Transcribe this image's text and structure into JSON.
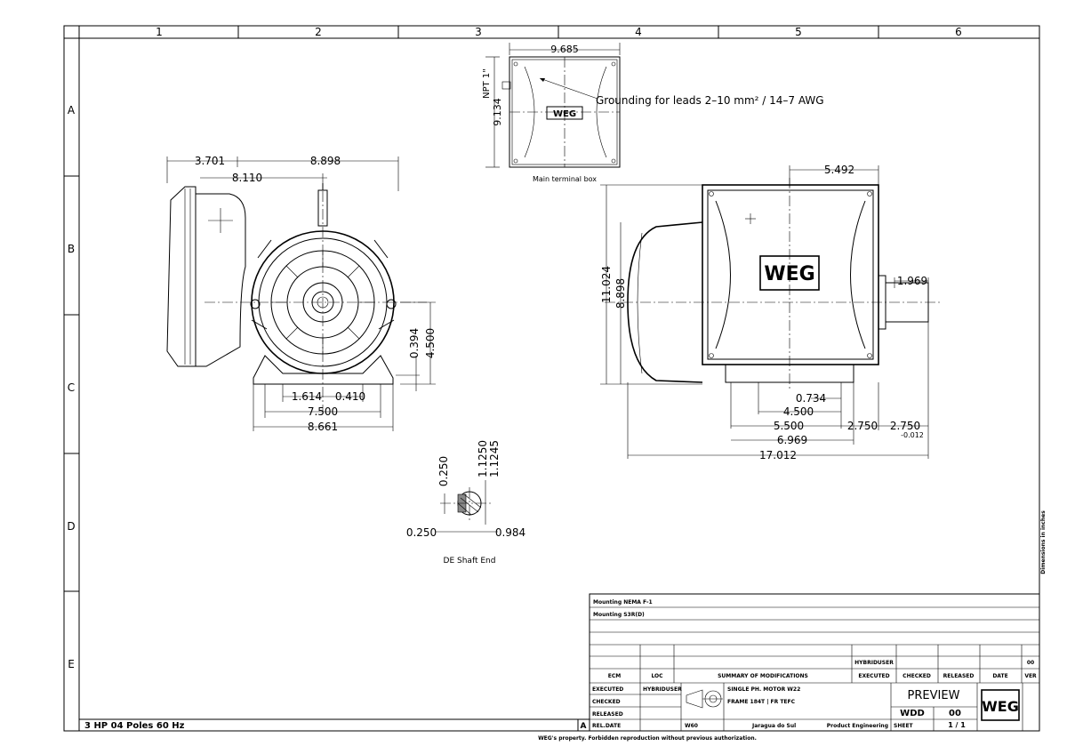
{
  "grid": {
    "columns": [
      "1",
      "2",
      "3",
      "4",
      "5",
      "6"
    ],
    "rows": [
      "A",
      "B",
      "C",
      "D",
      "E"
    ]
  },
  "terminal_box": {
    "width": "9.685",
    "height": "9.134",
    "npt": "NPT 1\"",
    "grounding_note": "Grounding for leads 2–10 mm² / 14–7 AWG",
    "caption": "Main terminal box"
  },
  "front_view": {
    "dim_top_left": "3.701",
    "dim_top_right": "8.898",
    "dim_top_mid": "8.110",
    "dim_shaft_h": "0.394",
    "dim_center_h": "4.500",
    "dim_foot_a": "1.614",
    "dim_foot_b": "0.410",
    "dim_base_1": "7.500",
    "dim_base_2": "8.661"
  },
  "side_view": {
    "dim_top": "5.492",
    "dim_height_total": "11.024",
    "dim_height_body": "8.898",
    "dim_shaft_len": "1.969",
    "dim_a": "0.734",
    "dim_b": "4.500",
    "dim_c": "5.500",
    "dim_d": "6.969",
    "dim_e": "17.012",
    "dim_f": "2.750",
    "dim_g": "2.750",
    "dim_g_tol": "-0.012"
  },
  "shaft_end": {
    "dim_key": "0.250",
    "dim_dia_1": "1.1250",
    "dim_dia_2": "1.1245",
    "dim_key_w": "0.250",
    "dim_depth": "0.984",
    "caption": "DE Shaft End"
  },
  "side_note": "Dimensions in inches",
  "title_block": {
    "mounting_1": "Mounting NEMA F-1",
    "mounting_2": "Mounting S3R(D)",
    "hyb_header": "HYBRIDUSER",
    "col_ecm": "ECM",
    "col_loc": "LOC",
    "col_summary": "SUMMARY OF MODIFICATIONS",
    "col_executed": "EXECUTED",
    "col_checked": "CHECKED",
    "col_released": "RELEASED",
    "col_date": "DATE",
    "col_ver": "VER",
    "ver_value": "00",
    "row_executed": "EXECUTED",
    "row_executed_by": "HYBRIDUSER",
    "row_checked": "CHECKED",
    "row_released": "RELEASED",
    "row_rel_date": "REL.DATE",
    "desc_1": "SINGLE PH. MOTOR W22",
    "desc_2": "FRAME 184T | FR TEFC",
    "place_1": "W60",
    "place_2": "Jaragua do Sul",
    "department": "Product Engineering",
    "preview": "PREVIEW",
    "doc": "WDD",
    "doc_ver": "00",
    "sheet_label": "SHEET",
    "sheet_value": "1 / 1",
    "revision_letter": "A",
    "logo": "WEG"
  },
  "bottom_left": "3 HP   04 Poles   60 Hz",
  "footer": "WEG's property. Forbidden reproduction without previous authorization."
}
